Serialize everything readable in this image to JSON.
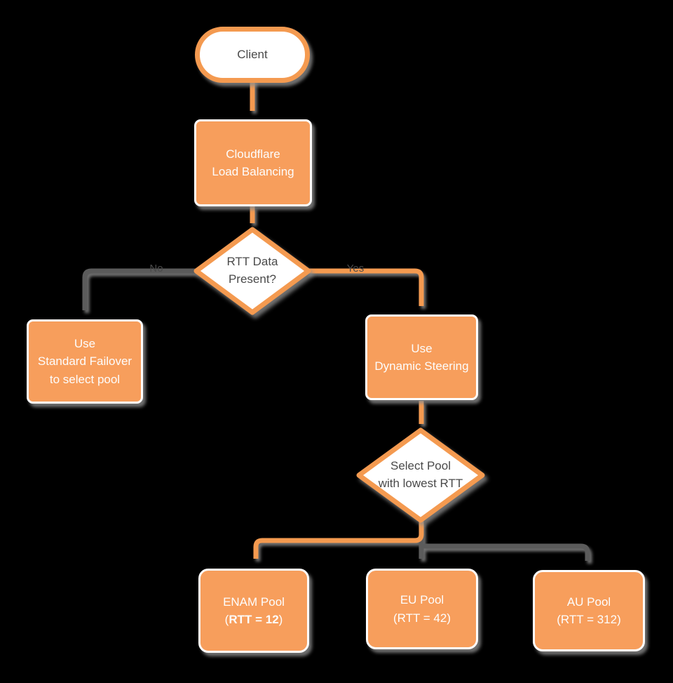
{
  "colors": {
    "node_fill_orange": "#F79E5C",
    "stroke_orange": "#F49A50",
    "line_gray": "#5B5B5B",
    "text_dark": "#4A4A4A",
    "text_white": "#FDFDFD",
    "background": "#000000"
  },
  "nodes": {
    "client": {
      "label": "Client"
    },
    "load_balancer": {
      "line1": "Cloudflare",
      "line2": "Load Balancing"
    },
    "rtt_decision": {
      "line1": "RTT Data",
      "line2": "Present?"
    },
    "standard_failover": {
      "line1": "Use",
      "line2": "Standard Failover",
      "line3": "to select pool"
    },
    "dynamic_steering": {
      "line1": "Use",
      "line2": "Dynamic Steering"
    },
    "pool_decision": {
      "line1": "Select Pool",
      "line2": "with lowest RTT"
    },
    "enam_pool": {
      "line1": "ENAM Pool",
      "line2_open": "(",
      "line2_bold": "RTT = 12",
      "line2_close": ")"
    },
    "eu_pool": {
      "line1": "EU Pool",
      "line2": "(RTT = 42)"
    },
    "au_pool": {
      "line1": "AU Pool",
      "line2": "(RTT = 312)"
    }
  },
  "edges": {
    "rtt_no_label": "No",
    "rtt_yes_label": "Yes"
  }
}
